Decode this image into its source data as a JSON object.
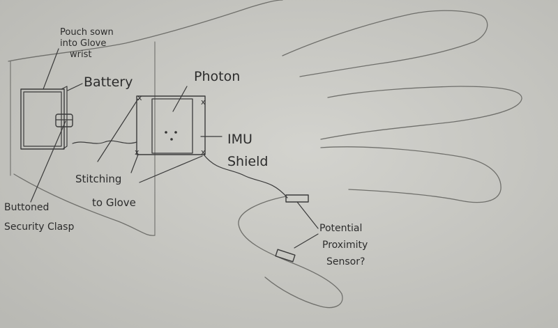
{
  "labels": {
    "pouch": [
      "Pouch sown",
      "into Glove",
      "wrist"
    ],
    "battery": "Battery",
    "photon": "Photon",
    "imu": [
      "IMU",
      "Shield"
    ],
    "stitching": [
      "Stitching",
      "to Glove"
    ],
    "clasp": [
      "Buttoned",
      "Security Clasp"
    ],
    "sensor": [
      "Potential",
      "Proximity",
      "Sensor?"
    ]
  }
}
